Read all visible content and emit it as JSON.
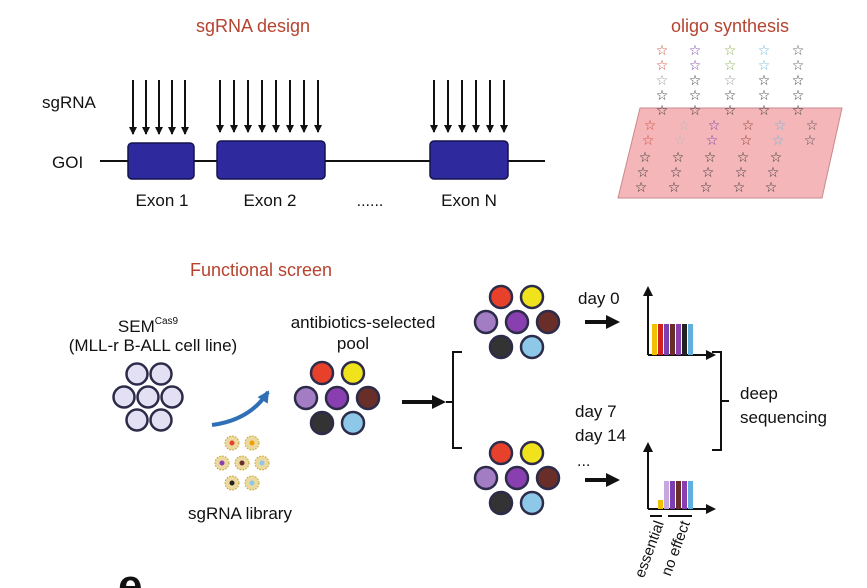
{
  "titles": {
    "sgrna_design": "sgRNA design",
    "oligo_synthesis": "oligo synthesis",
    "functional_screen": "Functional screen"
  },
  "gene": {
    "sgrna_label": "sgRNA",
    "goi_label": "GOI",
    "exons": [
      "Exon 1",
      "Exon 2",
      "Exon N"
    ],
    "ellipsis": "......"
  },
  "screen": {
    "cell_name": "SEM",
    "cell_superscript": "Cas9",
    "cell_line": "(MLL-r B-ALL cell line)",
    "pool_line1": "antibiotics-selected",
    "pool_line2": "pool",
    "library": "sgRNA library",
    "day0": "day 0",
    "day7": "day 7",
    "day14": "day 14",
    "more": "...",
    "deep_line1": "deep",
    "deep_line2": "sequencing",
    "essential": "essential",
    "no_effect": "no effect",
    "corner_letter": "e"
  },
  "colors": {
    "title_red": "#b5432f",
    "exon_fill": "#2e2a9e",
    "oligo_plate": "#f4b6b8",
    "cell_pale": "#e2e0f2",
    "cell_red": "#e8412b",
    "cell_yellow": "#f0e21b",
    "cell_purple_light": "#a37dc4",
    "cell_purple": "#8a3fb0",
    "cell_brown": "#6a2e28",
    "cell_dark": "#333333",
    "cell_blue": "#8ec8e8",
    "arrow_blue": "#2f6fb5"
  }
}
